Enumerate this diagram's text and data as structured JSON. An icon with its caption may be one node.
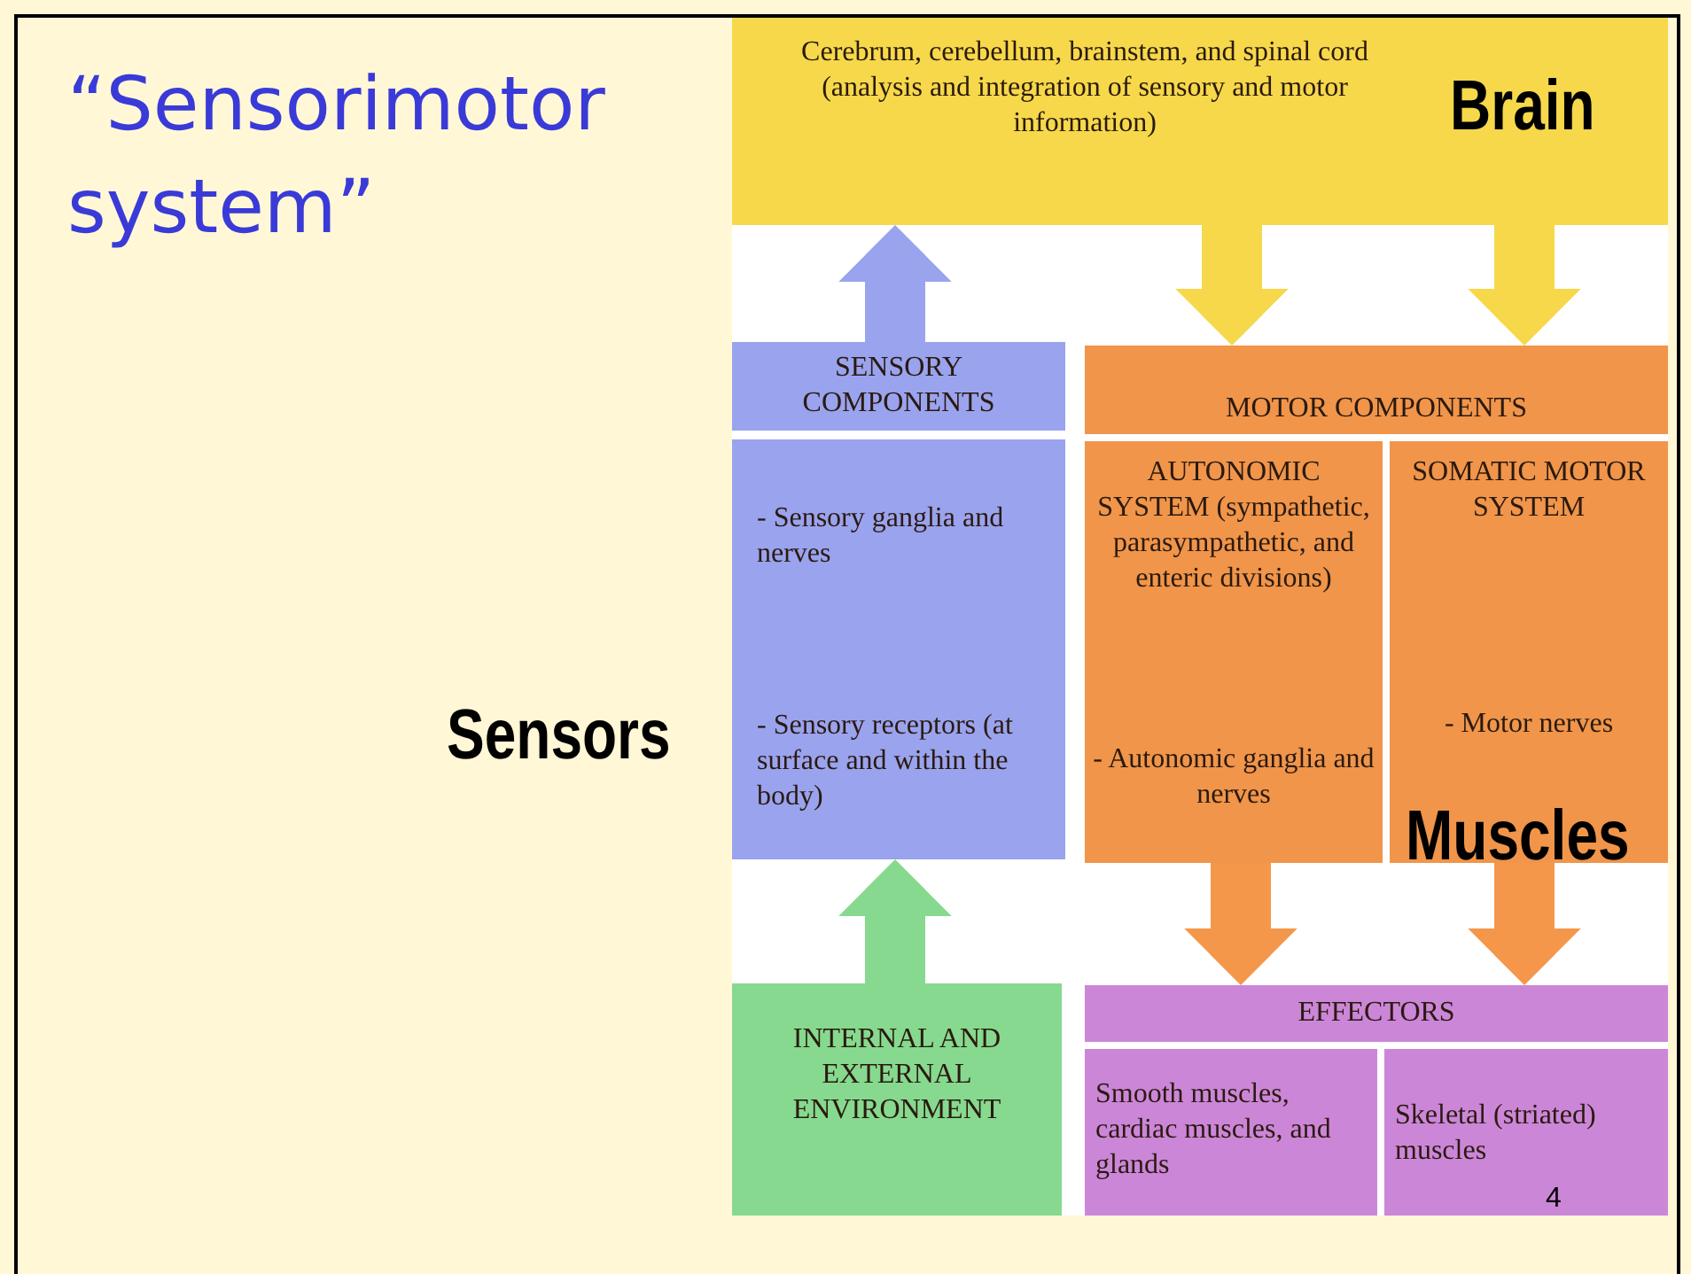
{
  "diagram": {
    "title": "“Sensorimotor system”",
    "nodes": [
      {
        "text": [
          "Cerebrum, cerebellum, brainstem, and spinal cord (analysis and integration of sensory and motor information)"
        ]
      },
      {
        "text": [
          "SENSORY COMPONENTS"
        ]
      },
      {
        "text": [
          "- Sensory ganglia and nerves",
          "- Sensory receptors (at surface and within the body)"
        ]
      },
      {
        "text": [
          "MOTOR COMPONENTS"
        ]
      },
      {
        "text": [
          "AUTONOMIC SYSTEM (sympathetic, parasympathetic, and enteric divisions)",
          "- Autonomic ganglia and nerves"
        ]
      },
      {
        "text": [
          "SOMATIC MOTOR SYSTEM",
          "- Motor nerves"
        ]
      },
      {
        "text": [
          "INTERNAL AND EXTERNAL ENVIRONMENT"
        ]
      },
      {
        "text": [
          "EFFECTORS"
        ]
      },
      {
        "text": [
          "Smooth muscles, cardiac muscles, and glands"
        ]
      },
      {
        "text": [
          "Skeletal (striated) muscles"
        ]
      }
    ],
    "edges": [
      {
        "from": 1,
        "to": 0,
        "arrow": "to",
        "color": "#9aa3ee"
      },
      {
        "from": 0,
        "to": 3,
        "arrow": "to",
        "color": "#f6d84a"
      },
      {
        "from": 0,
        "to": 3,
        "arrow": "to",
        "color": "#f6d84a"
      },
      {
        "from": 6,
        "to": 2,
        "arrow": "to",
        "color": "#86d98e"
      },
      {
        "from": 4,
        "to": 7,
        "arrow": "to",
        "color": "#f5974a"
      },
      {
        "from": 5,
        "to": 7,
        "arrow": "to",
        "color": "#f5974a"
      }
    ],
    "labels": [
      "Brain",
      "Sensors",
      "Muscles",
      "4"
    ]
  }
}
